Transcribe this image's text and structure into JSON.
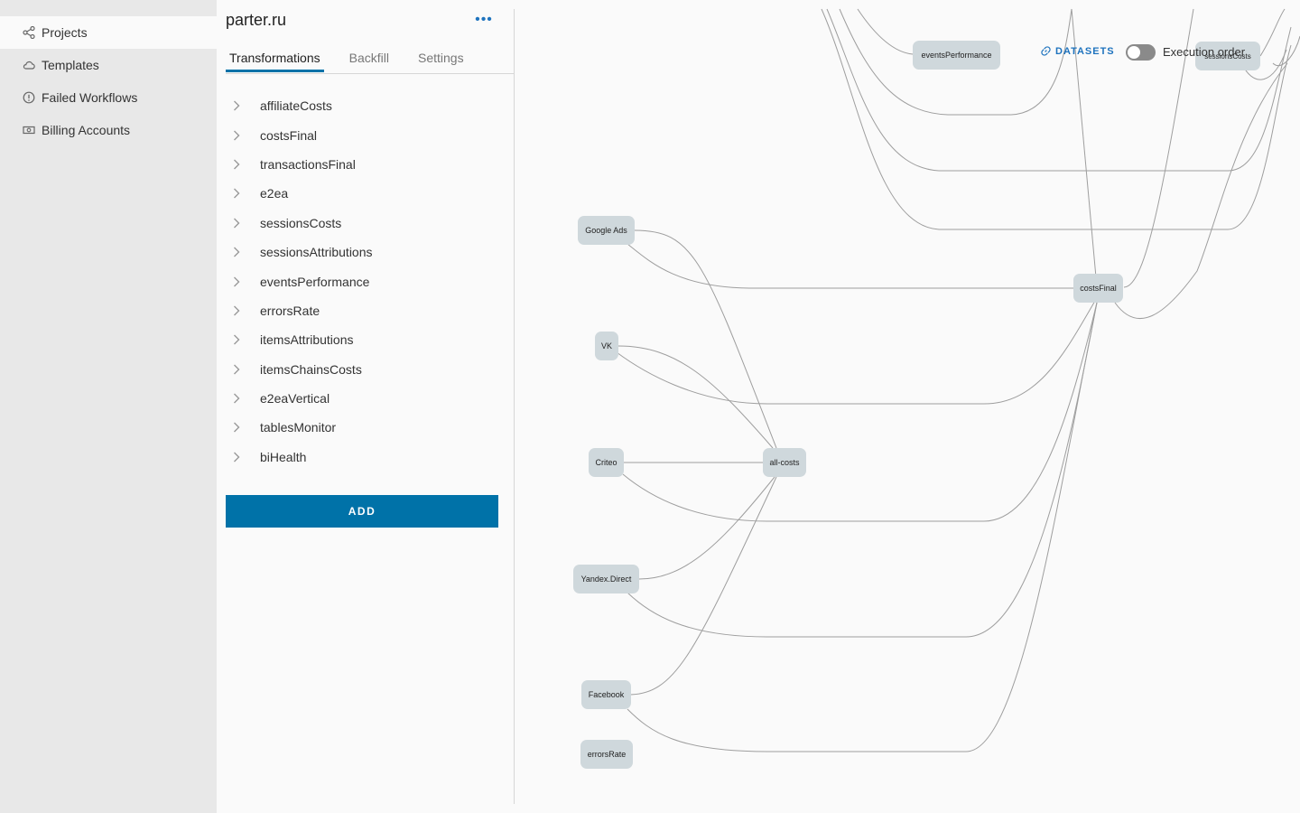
{
  "sidebar": {
    "items": [
      {
        "label": "Projects",
        "icon": "share-icon",
        "active": true
      },
      {
        "label": "Templates",
        "icon": "cloud-icon",
        "active": false
      },
      {
        "label": "Failed Workflows",
        "icon": "alert-circle-icon",
        "active": false
      },
      {
        "label": "Billing Accounts",
        "icon": "banknote-icon",
        "active": false
      }
    ]
  },
  "panel": {
    "title": "parter.ru",
    "tabs": [
      {
        "label": "Transformations",
        "active": true
      },
      {
        "label": "Backfill",
        "active": false
      },
      {
        "label": "Settings",
        "active": false
      }
    ],
    "transformations": [
      "affiliateCosts",
      "costsFinal",
      "transactionsFinal",
      "e2ea",
      "sessionsCosts",
      "sessionsAttributions",
      "eventsPerformance",
      "errorsRate",
      "itemsAttributions",
      "itemsChainsCosts",
      "e2eaVertical",
      "tablesMonitor",
      "biHealth"
    ],
    "add_label": "ADD"
  },
  "graph": {
    "datasets_label": "DATASETS",
    "execution_order_label": "Execution order",
    "execution_order_on": false,
    "nodes": {
      "google_ads": "Google Ads",
      "vk": "VK",
      "criteo": "Criteo",
      "yandex_direct": "Yandex.Direct",
      "facebook": "Facebook",
      "errors_rate": "errorsRate",
      "all_costs": "all-costs",
      "costs_final": "costsFinal",
      "events_performance": "eventsPerformance",
      "sessions_costs": "sessionsCosts"
    }
  },
  "colors": {
    "accent": "#0072a8",
    "link": "#1e73be",
    "node_fill": "#cfd8dc",
    "edge": "#9e9e9e",
    "sidebar_bg": "#e8e8e8"
  }
}
